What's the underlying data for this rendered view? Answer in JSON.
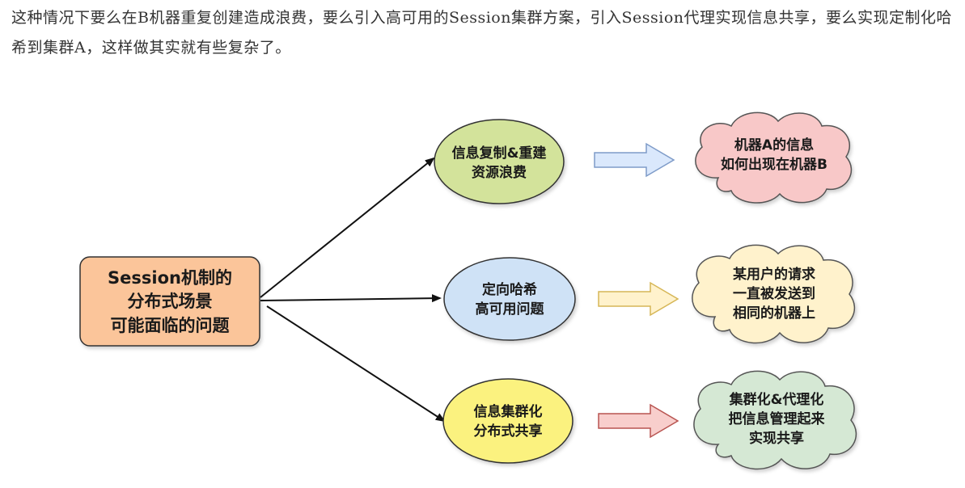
{
  "paragraph": "这种情况下要么在B机器重复创建造成浪费，要么引入高可用的Session集群方案，引入Session代理实现信息共享，要么实现定制化哈希到集群A，这样做其实就有些复杂了。",
  "diagram": {
    "source": {
      "lines": [
        "Session机制的",
        "分布式场景",
        "可能面临的问题"
      ],
      "color": "#fbc59a"
    },
    "branches": [
      {
        "name": "resource-waste",
        "ellipse_lines": [
          "信息复制&重建",
          "资源浪费"
        ],
        "ellipse_color": "#d3e39b",
        "arrow_color": "#dae8fc",
        "cloud_lines": [
          "机器A的信息",
          "如何出现在机器B"
        ],
        "cloud_color": "#f8c8c8"
      },
      {
        "name": "consistent-hash",
        "ellipse_lines": [
          "定向哈希",
          "高可用问题"
        ],
        "ellipse_color": "#cfe2f6",
        "arrow_color": "#fff2cc",
        "cloud_lines": [
          "某用户的请求",
          "一直被发送到",
          "相同的机器上"
        ],
        "cloud_color": "#fff2cc"
      },
      {
        "name": "cluster-share",
        "ellipse_lines": [
          "信息集群化",
          "分布式共享"
        ],
        "ellipse_color": "#fbf27f",
        "arrow_color": "#f8cecc",
        "cloud_lines": [
          "集群化&代理化",
          "把信息管理起来",
          "实现共享"
        ],
        "cloud_color": "#d5e8d4"
      }
    ]
  }
}
